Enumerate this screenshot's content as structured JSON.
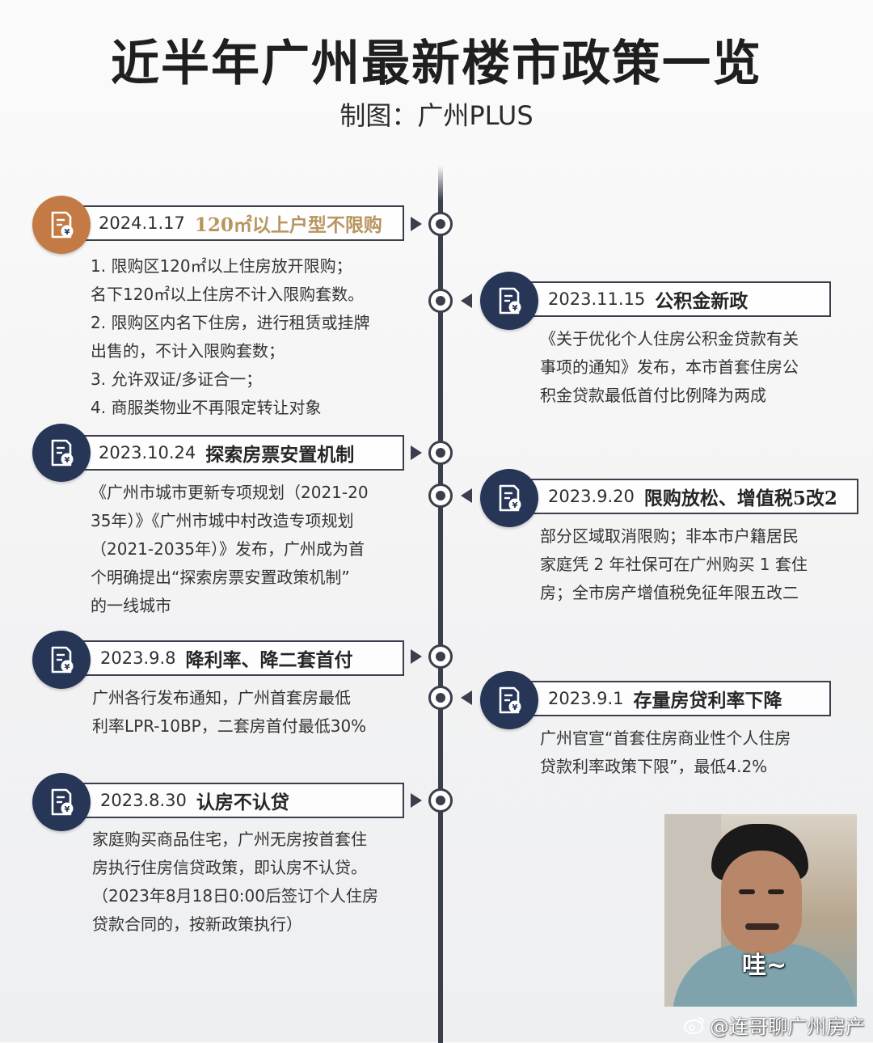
{
  "title": "近半年广州最新楼市政策一览",
  "subtitle": "制图：广州PLUS",
  "colors": {
    "navy": "#273656",
    "orange": "#c47a44",
    "gold": "#b89560",
    "axis": "#3b3f4c"
  },
  "icon_name": "document-money-icon",
  "items": [
    {
      "date": "2024.1.17",
      "headline": "120㎡以上户型不限购",
      "lines": [
        "1. 限购区120㎡以上住房放开限购；",
        "名下120㎡以上住房不计入限购套数。",
        "2. 限购区内名下住房，进行租赁或挂牌",
        "出售的，不计入限购套数；",
        "3. 允许双证/多证合一；",
        "4. 商服类物业不再限定转让对象"
      ]
    },
    {
      "date": "2023.11.15",
      "headline": "公积金新政",
      "lines": [
        "《关于优化个人住房公积金贷款有关",
        "事项的通知》发布，本市首套住房公",
        "积金贷款最低首付比例降为两成"
      ]
    },
    {
      "date": "2023.10.24",
      "headline": "探索房票安置机制",
      "lines": [
        "《广州市城市更新专项规划（2021-20",
        "35年）》《广州市城中村改造专项规划",
        "（2021-2035年）》发布，广州成为首",
        "个明确提出“探索房票安置政策机制”",
        "的一线城市"
      ]
    },
    {
      "date": "2023.9.20",
      "headline": "限购放松、增值税5改2",
      "lines": [
        "部分区域取消限购；非本市户籍居民",
        "家庭凭 2 年社保可在广州购买 1 套住",
        "房；全市房产增值税免征年限五改二"
      ]
    },
    {
      "date": "2023.9.8",
      "headline": "降利率、降二套首付",
      "lines": [
        "广州各行发布通知，广州首套房最低",
        "利率LPR-10BP，二套房首付最低30%"
      ]
    },
    {
      "date": "2023.9.1",
      "headline": "存量房贷利率下降",
      "lines": [
        "广州官宣“首套住房商业性个人住房",
        "贷款利率政策下限”，最低4.2%"
      ]
    },
    {
      "date": "2023.8.30",
      "headline": "认房不认贷",
      "lines": [
        "家庭购买商品住宅，广州无房按首套住",
        "房执行住房信贷政策，即认房不认贷。",
        "（2023年8月18日0:00后签订个人住房",
        "贷款合同的，按新政策执行）"
      ]
    }
  ],
  "photo_caption": "哇~",
  "watermark": "@连哥聊广州房产"
}
